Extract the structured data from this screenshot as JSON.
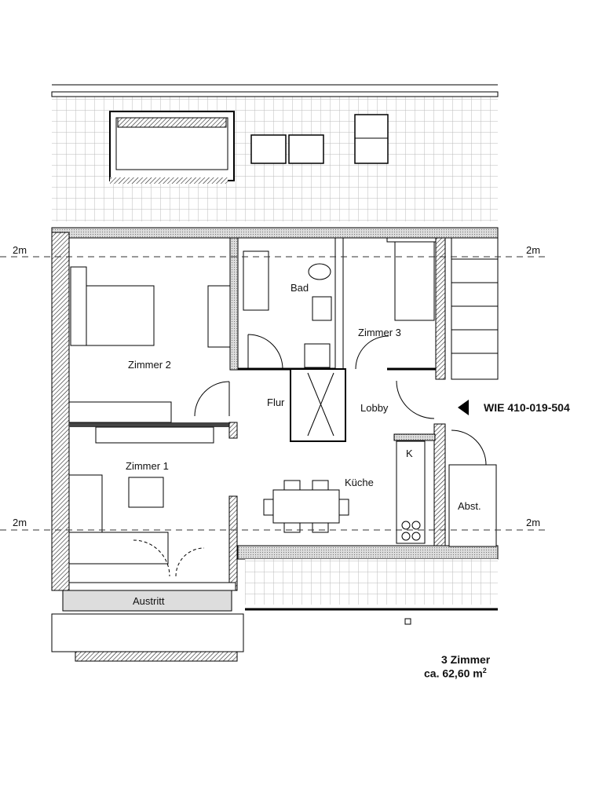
{
  "rooms": {
    "zimmer2": "Zimmer 2",
    "bad": "Bad",
    "zimmer3": "Zimmer 3",
    "flur": "Flur",
    "lobby": "Lobby",
    "zimmer1": "Zimmer 1",
    "kueche": "Küche",
    "k": "K",
    "abst": "Abst.",
    "austritt": "Austritt"
  },
  "height_markers": [
    "2m",
    "2m",
    "2m",
    "2m"
  ],
  "unit_id": "WIE 410-019-504",
  "summary": {
    "rooms_count": "3 Zimmer",
    "area": "ca. 62,60 m",
    "area_unit_sup": "2"
  }
}
